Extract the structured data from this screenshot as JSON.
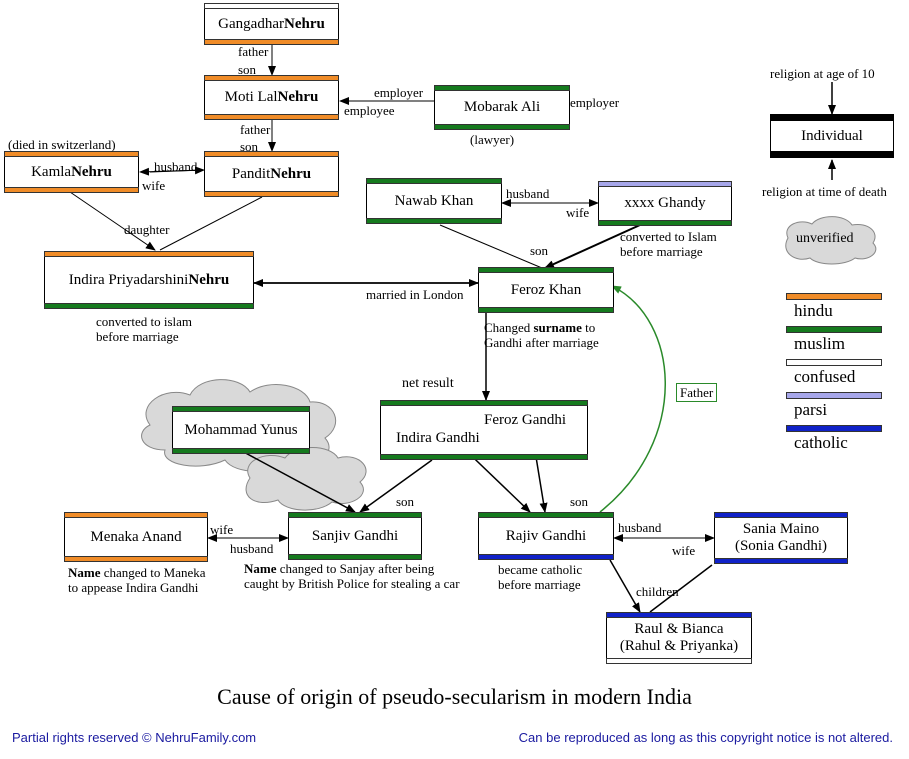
{
  "colors": {
    "hindu": "#f08c28",
    "muslim": "#157a1e",
    "confused": "#ffffff",
    "parsi": "#a7a7ea",
    "catholic": "#1022c8",
    "black": "#000000",
    "father_arrow": "#2a8a2a"
  },
  "people": {
    "gangadhar": {
      "first": "Gangadhar ",
      "bold": "Nehru",
      "top": "confused",
      "bottom": "hindu"
    },
    "motilal": {
      "first": "Moti Lal ",
      "bold": "Nehru",
      "top": "hindu",
      "bottom": "hindu"
    },
    "mobarak": {
      "first": "Mobarak Ali",
      "bold": "",
      "top": "muslim",
      "bottom": "muslim"
    },
    "kamla": {
      "first": "Kamla ",
      "bold": "Nehru",
      "top": "hindu",
      "bottom": "hindu"
    },
    "pandit": {
      "first": "Pandit ",
      "bold": "Nehru",
      "top": "hindu",
      "bottom": "hindu"
    },
    "nawab": {
      "first": "Nawab Khan",
      "bold": "",
      "top": "muslim",
      "bottom": "muslim"
    },
    "ghandy": {
      "first": "xxxx Ghandy",
      "bold": "",
      "top": "parsi",
      "bottom": "muslim"
    },
    "indira": {
      "first": "Indira Priyadarshini ",
      "bold": "Nehru",
      "top": "hindu",
      "bottom": "muslim"
    },
    "feroz": {
      "first": "Feroz Khan",
      "bold": "",
      "top": "muslim",
      "bottom": "muslim"
    },
    "mohammad": {
      "first": "Mohammad Yunus",
      "bold": "",
      "top": "muslim",
      "bottom": "muslim"
    },
    "menaka": {
      "first": "Menaka Anand",
      "bold": "",
      "top": "hindu",
      "bottom": "hindu"
    },
    "sanjiv": {
      "first": "Sanjiv Gandhi",
      "bold": "",
      "top": "muslim",
      "bottom": "muslim"
    },
    "rajiv": {
      "first": "Rajiv Gandhi",
      "bold": "",
      "top": "muslim",
      "bottom": "catholic"
    },
    "sania": {
      "first": "Sania Maino\n(Sonia Gandhi)",
      "bold": "",
      "top": "catholic",
      "bottom": "catholic"
    },
    "raul": {
      "first": "Raul & Bianca\n(Rahul & Priyanka)",
      "bold": "",
      "top": "catholic",
      "bottom": "confused"
    },
    "couple": {
      "first": "",
      "bold": "",
      "top": "muslim",
      "bottom": "muslim"
    }
  },
  "couple_names": {
    "indira": "Indira Gandhi",
    "feroz": "Feroz Gandhi"
  },
  "labels": {
    "father1": "father",
    "son1": "son",
    "employer_left": "employer",
    "employee": "employee",
    "employer_right": "employer",
    "lawyer": "(lawyer)",
    "father2": "father",
    "son2": "son",
    "died": "(died in switzerland)",
    "husband1": "husband",
    "wife1": "wife",
    "daughter": "daughter",
    "husband2": "husband",
    "wife2": "wife",
    "son3": "son",
    "converted_ghandy": "converted to Islam\nbefore marriage",
    "married_london": "married in London",
    "converted_indira": "converted to islam\nbefore marriage",
    "changed_pre": "Changed ",
    "changed_bold": "surname",
    "changed_post": " to\nGandhi after marriage",
    "net_result": "net result",
    "father_box": "Father",
    "son4": "son",
    "son5": "son",
    "wife3": "wife",
    "husband3": "husband",
    "menaka_bold": "Name",
    "menaka_note": " changed to Maneka\nto appease Indira Gandhi",
    "sanjiv_bold": "Name",
    "sanjiv_note": " changed to Sanjay after being\ncaught by British Police for stealing a car",
    "rajiv_note": "became catholic\nbefore marriage",
    "husband4": "husband",
    "wife4": "wife",
    "children": "children"
  },
  "legend": {
    "age10": "religion at age of 10",
    "individual": "Individual",
    "death": "religion at time of death",
    "unverified": "unverified",
    "items": [
      {
        "label": "hindu",
        "color": "hindu"
      },
      {
        "label": "muslim",
        "color": "muslim"
      },
      {
        "label": "confused",
        "color": "confused"
      },
      {
        "label": "parsi",
        "color": "parsi"
      },
      {
        "label": "catholic",
        "color": "catholic"
      }
    ]
  },
  "title": "Cause of origin of pseudo-secularism in modern India",
  "footer": {
    "left": "Partial rights reserved © NehruFamily.com",
    "right": "Can be reproduced as long as this copyright notice is not altered."
  }
}
